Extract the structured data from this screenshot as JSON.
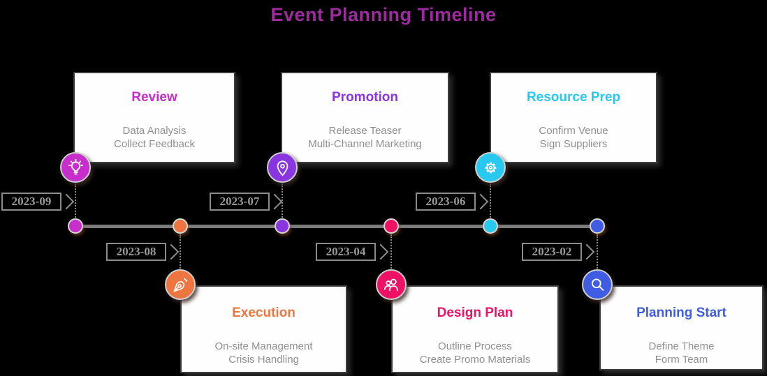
{
  "title": "Event Planning Timeline",
  "title_color": "#9c2b9e",
  "colors": {
    "background": "#000000",
    "card_background": "#fefefe",
    "card_border": "#3d3d3d",
    "body_text": "#8f8f8f",
    "timeline_line": "#7c7c7c",
    "date_tag_text": "#999999"
  },
  "timeline": {
    "items": [
      {
        "title": "Review",
        "date": "2023-09",
        "side": "top",
        "icon": "lightbulb-icon",
        "color": "#c72ecb",
        "details": [
          "Data Analysis",
          "Collect Feedback"
        ]
      },
      {
        "title": "Execution",
        "date": "2023-08",
        "side": "bottom",
        "icon": "pen-nib-icon",
        "color": "#ee7540",
        "details": [
          "On-site Management",
          "Crisis Handling"
        ]
      },
      {
        "title": "Promotion",
        "date": "2023-07",
        "side": "top",
        "icon": "location-pin-icon",
        "color": "#8936e0",
        "details": [
          "Release Teaser",
          "Multi-Channel Marketing"
        ]
      },
      {
        "title": "Design Plan",
        "date": "2023-04",
        "side": "bottom",
        "icon": "team-icon",
        "color": "#ef1163",
        "details": [
          "Outline Process",
          "Create Promo Materials"
        ]
      },
      {
        "title": "Resource Prep",
        "date": "2023-06",
        "side": "top",
        "icon": "gear-icon",
        "color": "#29c8ef",
        "details": [
          "Confirm Venue",
          "Sign Suppliers"
        ]
      },
      {
        "title": "Planning Start",
        "date": "2023-02",
        "side": "bottom",
        "icon": "search-icon",
        "color": "#3f5ce2",
        "details": [
          "Define Theme",
          "Form Team"
        ]
      }
    ]
  }
}
